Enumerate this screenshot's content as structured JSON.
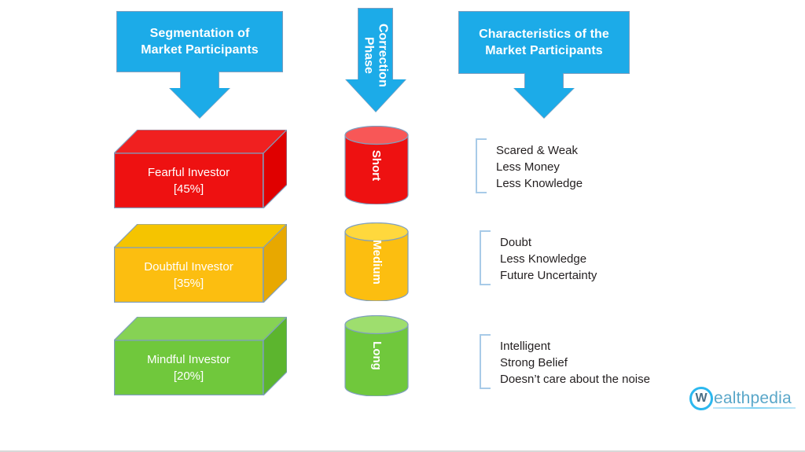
{
  "headers": {
    "left": {
      "line1": "Segmentation of",
      "line2": "Market Participants"
    },
    "middle": {
      "line1": "Correction",
      "line2": "Phase"
    },
    "right": {
      "line1": "Characteristics of the",
      "line2": "Market Participants"
    }
  },
  "rows": [
    {
      "segment_name": "Fearful Investor",
      "segment_share": "[45%]",
      "phase_label": "Short",
      "color": "#ee1111",
      "color_top": "#f02020",
      "color_side": "#e00000",
      "color_cap": "#f85757",
      "characteristics": [
        "Scared & Weak",
        "Less Money",
        "Less Knowledge"
      ]
    },
    {
      "segment_name": "Doubtful Investor",
      "segment_share": "[35%]",
      "phase_label": "Medium",
      "color": "#fcbe10",
      "color_top": "#f5c400",
      "color_side": "#e8a800",
      "color_cap": "#ffd83d",
      "characteristics": [
        "Doubt",
        "Less Knowledge",
        "Future Uncertainty"
      ]
    },
    {
      "segment_name": "Mindful Investor",
      "segment_share": "[20%]",
      "phase_label": "Long",
      "color": "#70c83c",
      "color_top": "#86d254",
      "color_side": "#5cb52e",
      "color_cap": "#9ede6e",
      "characteristics": [
        "Intelligent",
        "Strong Belief",
        "Doesn’t care about the noise"
      ]
    }
  ],
  "logo": {
    "mark": "W",
    "name": "ealthpedia"
  },
  "theme": {
    "header_blue": "#1cabe8",
    "outline": "#7f9fbf",
    "bracket": "#a8cbe8",
    "text_dark": "#231f20"
  }
}
